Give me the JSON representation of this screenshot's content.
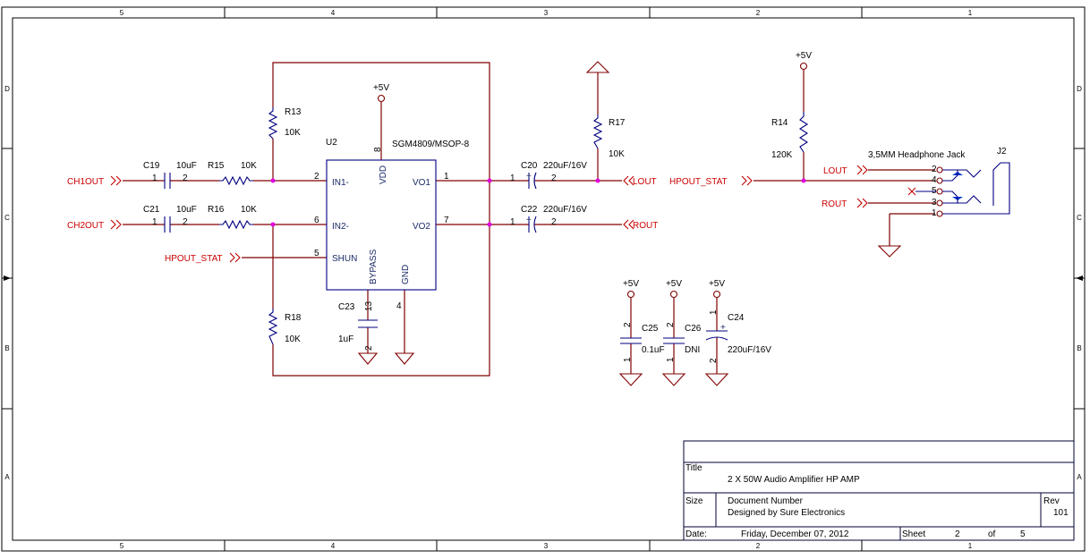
{
  "border": {
    "cols": [
      "5",
      "4",
      "3",
      "2",
      "1"
    ],
    "rows": [
      "D",
      "C",
      "B",
      "A"
    ]
  },
  "u2": {
    "ref": "U2",
    "part": "SGM4809/MSOP-8",
    "pins": {
      "in1": "IN1-",
      "in2": "IN2-",
      "shun": "SHUN",
      "vo1": "VO1",
      "vo2": "VO2",
      "vdd": "VDD",
      "bypass": "BYPASS",
      "gnd": "GND"
    },
    "pin_numbers": {
      "in1": "2",
      "in2": "6",
      "shun": "5",
      "vo1": "1",
      "vo2": "7",
      "vdd": "8",
      "bypass": "13",
      "gnd": "4"
    }
  },
  "resistors": {
    "r13": {
      "ref": "R13",
      "value": "10K"
    },
    "r15": {
      "ref": "R15",
      "value": "10K"
    },
    "r16": {
      "ref": "R16",
      "value": "10K"
    },
    "r17": {
      "ref": "R17",
      "value": "10K"
    },
    "r18": {
      "ref": "R18",
      "value": "10K"
    },
    "r14": {
      "ref": "R14",
      "value": "120K"
    }
  },
  "capacitors": {
    "c19": {
      "ref": "C19",
      "value": "10uF"
    },
    "c21": {
      "ref": "C21",
      "value": "10uF"
    },
    "c20": {
      "ref": "C20",
      "value": "220uF/16V"
    },
    "c22": {
      "ref": "C22",
      "value": "220uF/16V"
    },
    "c23": {
      "ref": "C23",
      "value": "1uF"
    },
    "c25": {
      "ref": "C25",
      "value": "0.1uF"
    },
    "c26": {
      "ref": "C26",
      "value": "DNI"
    },
    "c24": {
      "ref": "C24",
      "value": "220uF/16V"
    }
  },
  "pin_labels": {
    "one": "1",
    "two": "2",
    "three": "3",
    "four": "4",
    "five": "5"
  },
  "power": {
    "vcc": "+5V"
  },
  "polarity": "+",
  "nets": {
    "ch1out": "CH1OUT",
    "ch2out": "CH2OUT",
    "hpout_stat": "HPOUT_STAT",
    "lout": "LOUT",
    "rout": "ROUT"
  },
  "jack": {
    "ref": "J2",
    "label": "3,5MM Headphone Jack",
    "pins": [
      "2",
      "4",
      "5",
      "3",
      "1"
    ]
  },
  "title_block": {
    "title_label": "Title",
    "title": "2 X 50W Audio Amplifier  HP AMP",
    "size_label": "Size",
    "docnum_label": "Document Number",
    "designer": "Designed by Sure Electronics",
    "rev_label": "Rev",
    "rev": "101",
    "date_label": "Date:",
    "date": "Friday, December 07, 2012",
    "sheet_label": "Sheet",
    "sheet": "2",
    "of_label": "of",
    "total": "5"
  }
}
